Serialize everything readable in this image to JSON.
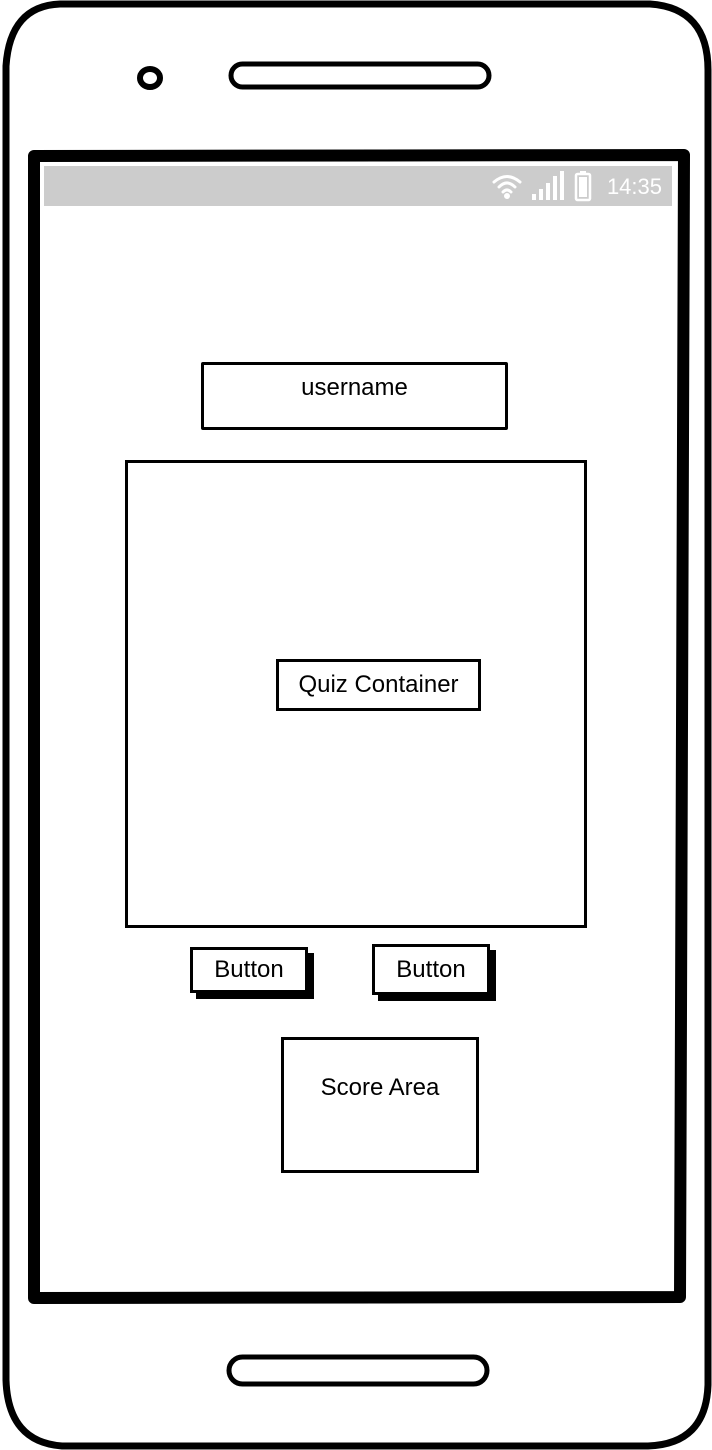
{
  "status_bar": {
    "time": "14:35",
    "icons": [
      "wifi-icon",
      "signal-icon",
      "battery-icon"
    ]
  },
  "form": {
    "username": "username"
  },
  "quiz": {
    "container_label": "Quiz Container"
  },
  "buttons": {
    "left_label": "Button",
    "right_label": "Button"
  },
  "score": {
    "label": "Score Area"
  }
}
